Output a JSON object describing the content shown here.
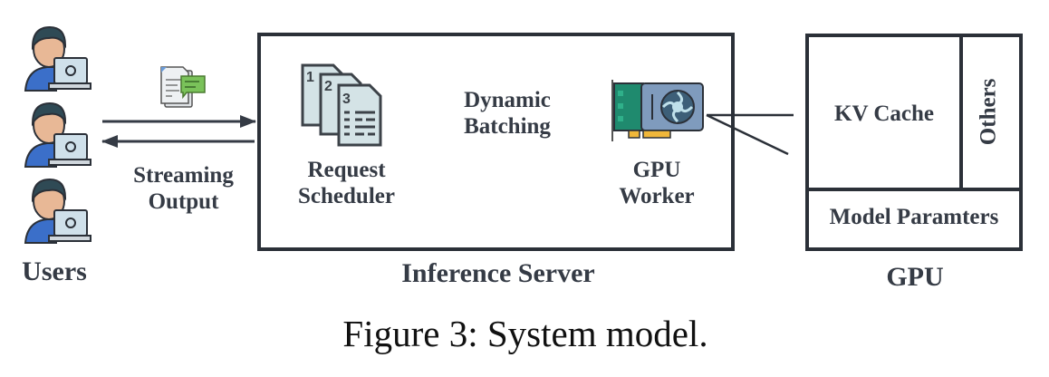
{
  "users": {
    "label": "Users",
    "count": 3,
    "icon": "user-with-laptop-icon"
  },
  "request_icon": "document-with-chat-icon",
  "streaming_label_line1": "Streaming",
  "streaming_label_line2": "Output",
  "inference_server": {
    "label": "Inference Server",
    "scheduler": {
      "icon": "numbered-documents-icon",
      "label_line1": "Request",
      "label_line2": "Scheduler"
    },
    "batching_label_line1": "Dynamic",
    "batching_label_line2": "Batching",
    "worker": {
      "icon": "gpu-card-icon",
      "label_line1": "GPU",
      "label_line2": "Worker"
    }
  },
  "gpu": {
    "label": "GPU",
    "regions": {
      "kv_cache": "KV Cache",
      "others": "Others",
      "model_params": "Model Paramters"
    }
  },
  "caption": "Figure 3: System model.",
  "colors": {
    "text": "#353b45",
    "stroke": "#2b3038",
    "user_shirt": "#3b6fc9",
    "user_skin": "#e8b896",
    "gpu_pcb": "#1f8a6e",
    "gpu_shroud": "#7f9bbd",
    "chat_bubble": "#7ac25a"
  }
}
